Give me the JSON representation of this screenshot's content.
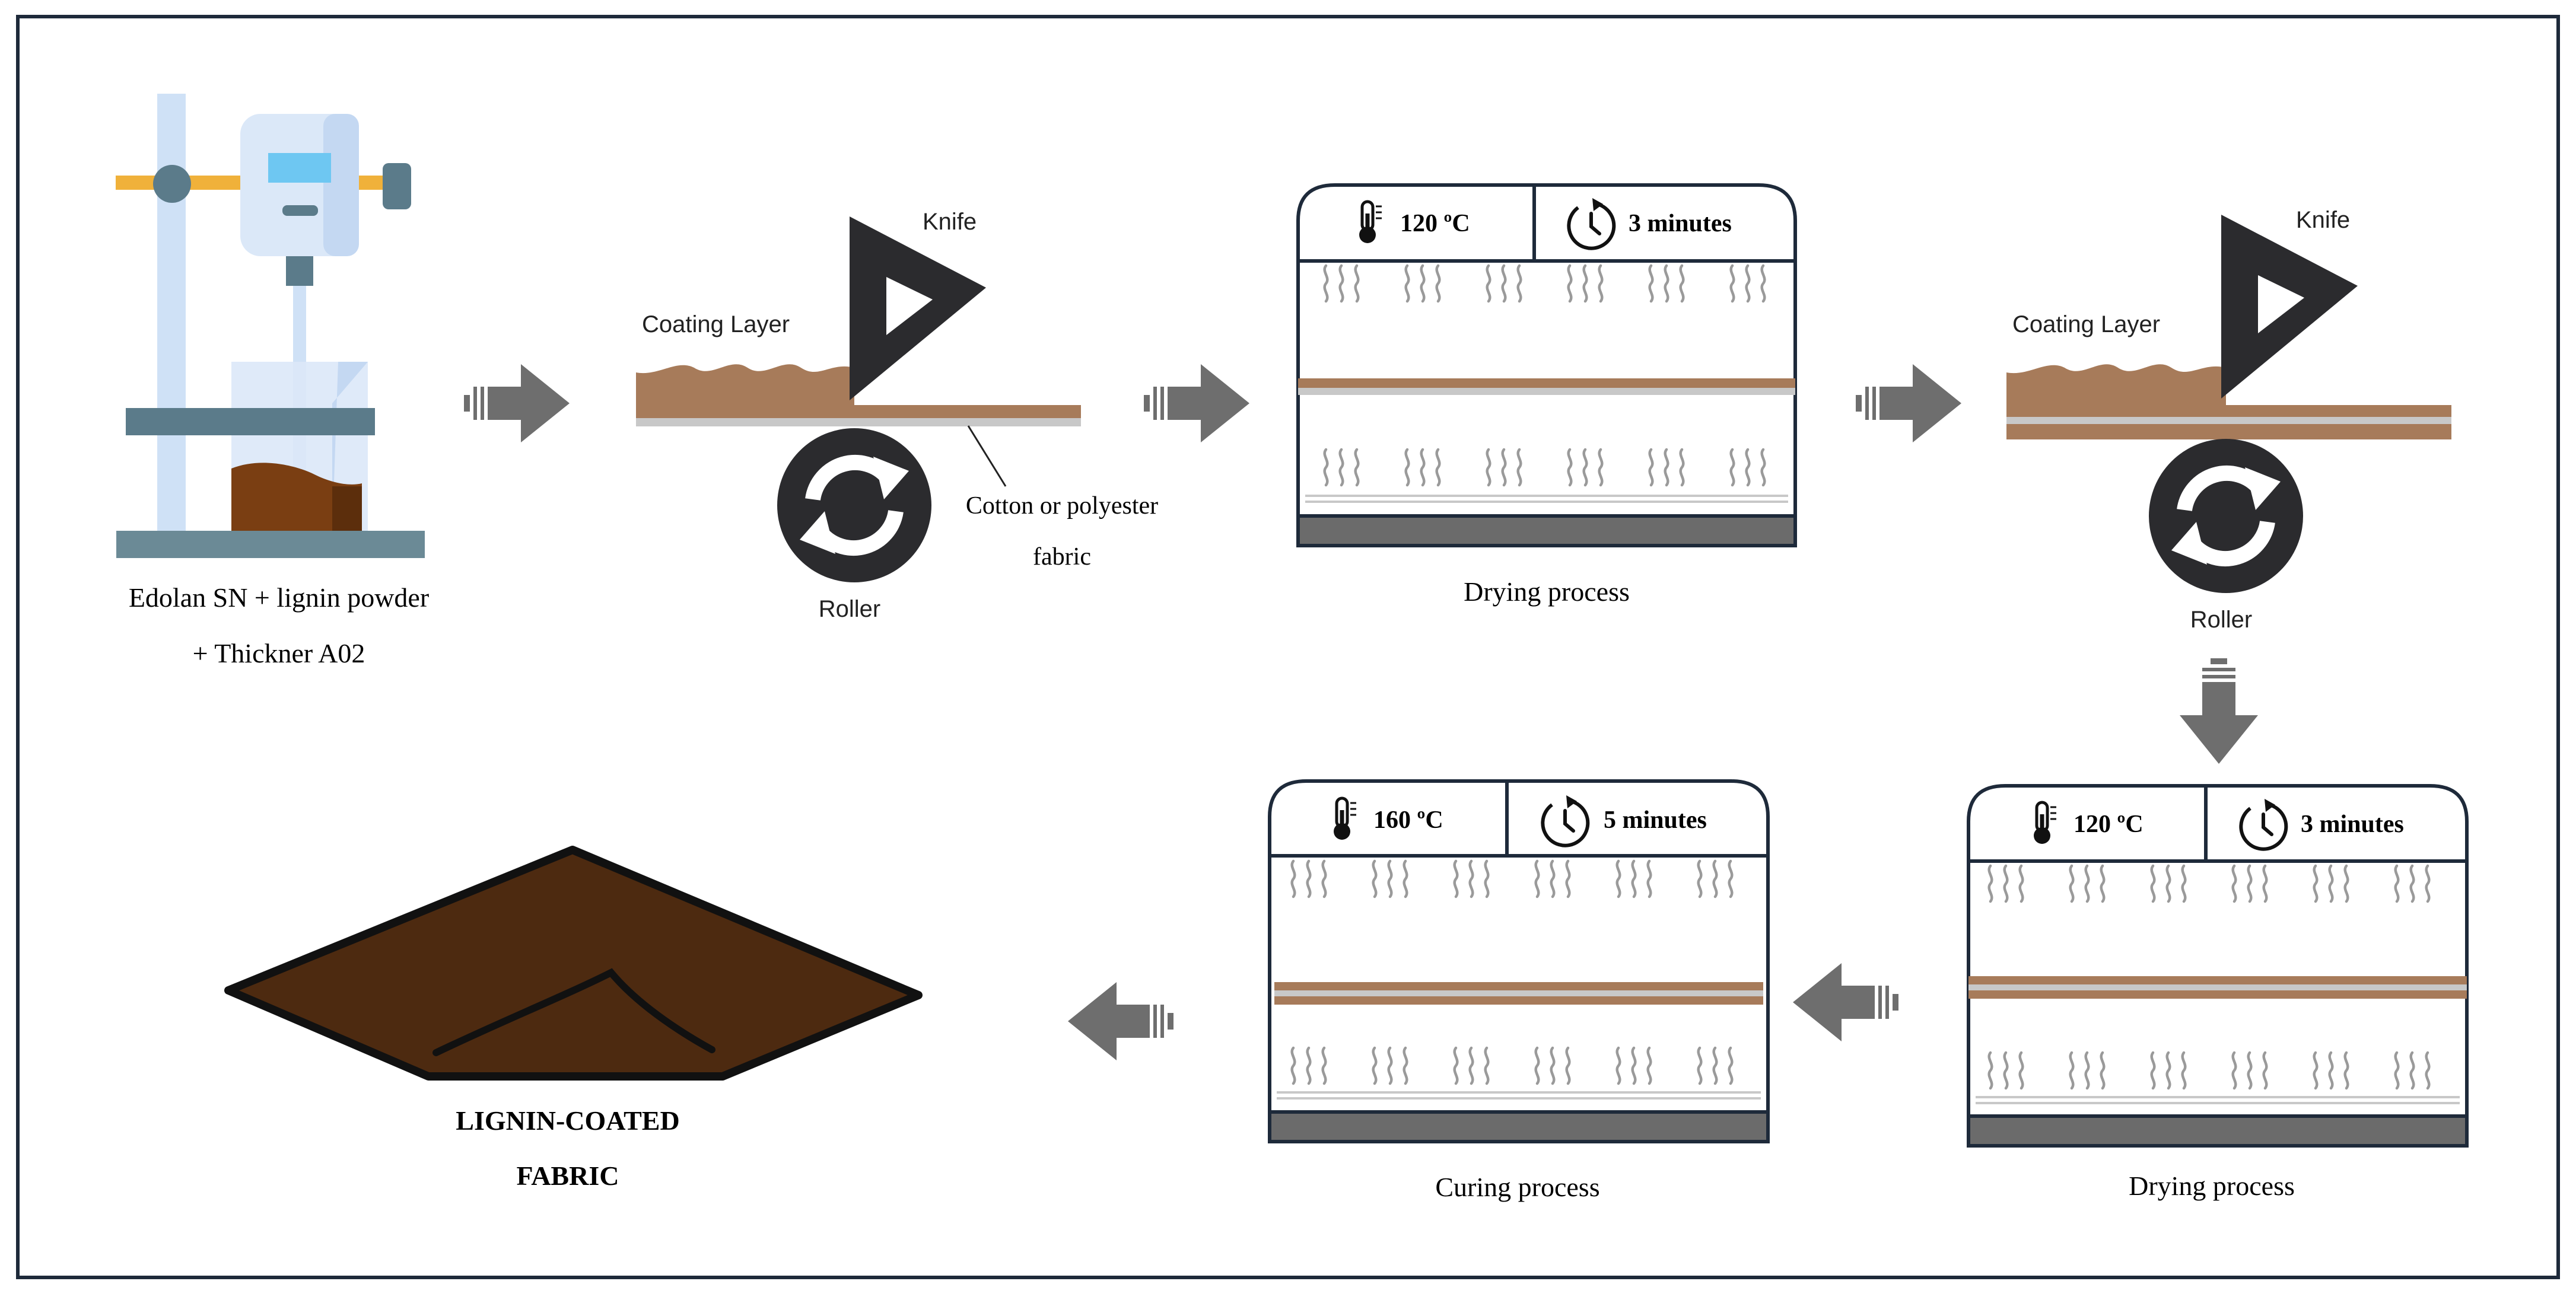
{
  "steps": {
    "mix": {
      "line1": "Edolan SN + lignin powder",
      "line2": "+ Thickner A02"
    },
    "coating1": {
      "coating_layer": "Coating Layer",
      "knife": "Knife",
      "roller": "Roller",
      "fabric_line1": "Cotton or polyester",
      "fabric_line2": "fabric"
    },
    "drying1": {
      "temperature": "120 ºC",
      "time": "3 minutes",
      "caption": "Drying process"
    },
    "coating2": {
      "coating_layer": "Coating Layer",
      "knife": "Knife",
      "roller": "Roller"
    },
    "drying2": {
      "temperature": "120 ºC",
      "time": "3 minutes",
      "caption": "Drying process"
    },
    "curing": {
      "temperature": "160 ºC",
      "time": "5 minutes",
      "caption": "Curing process"
    },
    "product": {
      "line1": "LIGNIN-COATED",
      "line2": "FABRIC"
    }
  },
  "colors": {
    "frame": "#1e2a3a",
    "arrow": "#6e6e6e",
    "coating": "#a77b5a",
    "fabric_stripe": "#c8c8c8",
    "dark": "#2b2b2e",
    "product": "#4d2a10",
    "oven_base": "#6b6b6b",
    "heat_wave": "#9a9a9a"
  },
  "icons": [
    "lab-stand-icon",
    "thermometer-icon",
    "clock-icon",
    "roller-rotate-icon",
    "knife-triangle-icon",
    "heat-wave-icon",
    "arrow-icon"
  ]
}
